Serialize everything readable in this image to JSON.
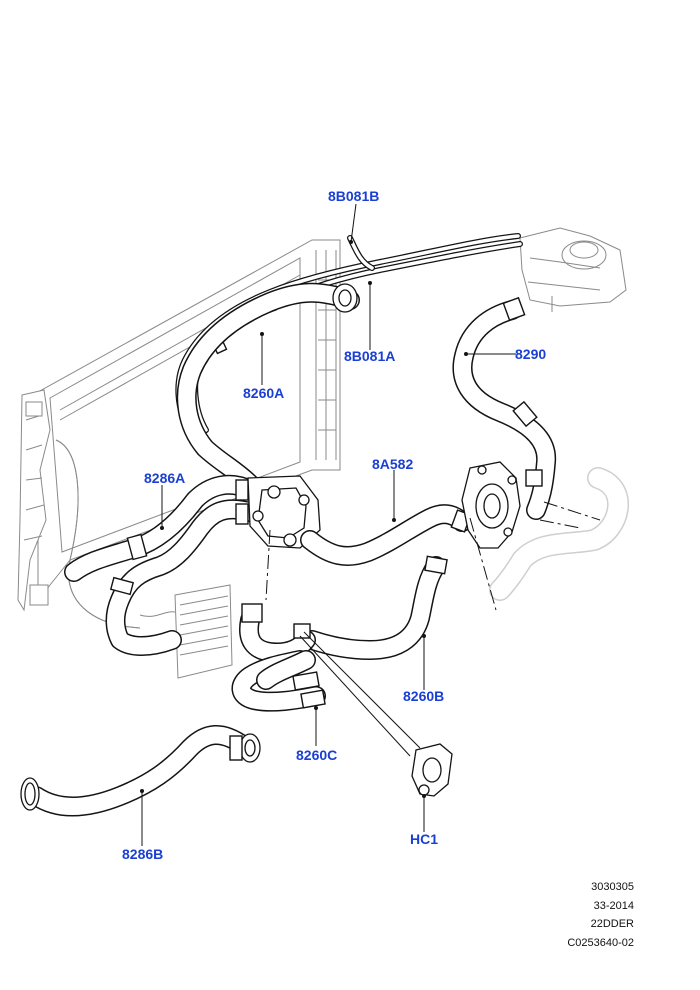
{
  "callouts": {
    "c_8B081B": "8B081B",
    "c_8B081A": "8B081A",
    "c_8290": "8290",
    "c_8260A": "8260A",
    "c_8A582": "8A582",
    "c_8286A": "8286A",
    "c_8260B": "8260B",
    "c_8260C": "8260C",
    "c_HC1": "HC1",
    "c_8286B": "8286B"
  },
  "footer": {
    "line1": "3030305",
    "line2": "33-2014",
    "line3": "22DDER",
    "line4": "C0253640-02"
  },
  "colors": {
    "callout_text": "#1a3fd4",
    "line_art": "#141414",
    "ghost_art": "#8a8a8a",
    "background": "#ffffff"
  }
}
